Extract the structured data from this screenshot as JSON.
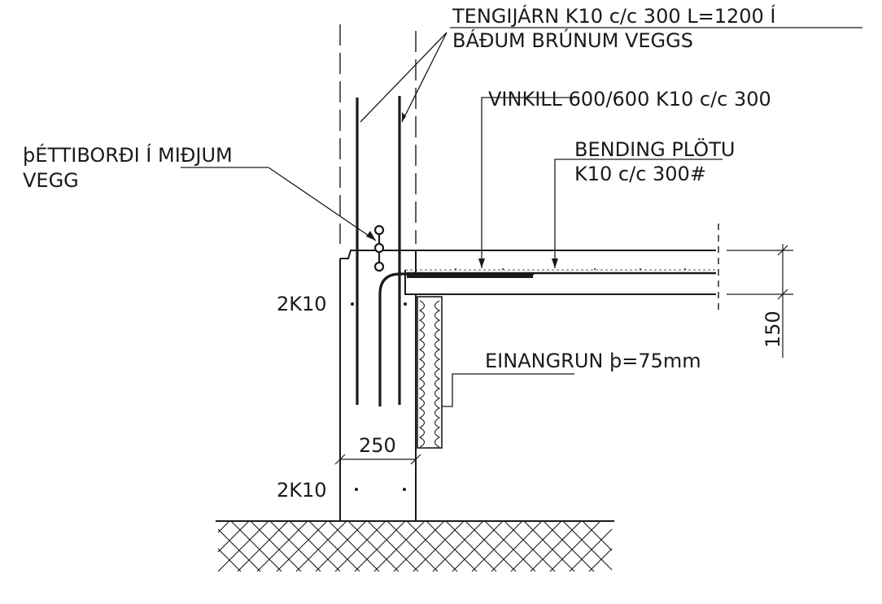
{
  "labels": {
    "tie_bars_line1": "TENGIJÁRN K10 c/c 300 L=1200 Í",
    "tie_bars_line2": "BÁÐUM BRÚNUM VEGGS",
    "angle_bar": "VINKILL 600/600 K10 c/c 300",
    "slab_reinf_line1": "BENDING PLÖTU",
    "slab_reinf_line2": "K10 c/c 300#",
    "waterstop_line1": "þÉTTIBORÐI Í MIÐJUM",
    "waterstop_line2": "VEGG",
    "insulation": "EINANGRUN þ=75mm",
    "wall_top_bars": "2K10",
    "wall_bottom_bars": "2K10",
    "dim_wall_width": "250",
    "dim_slab_thickness": "150"
  },
  "colors": {
    "ink": "#1a1a1a",
    "paper": "#ffffff"
  }
}
